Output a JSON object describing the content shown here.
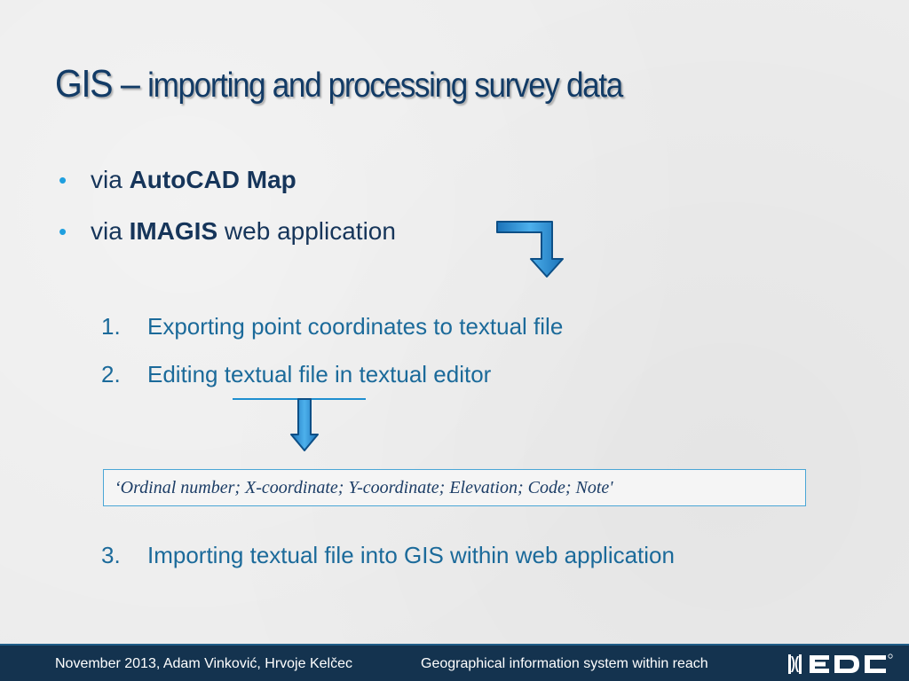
{
  "slide": {
    "title_main": "GIS – ",
    "title_sub": "importing and processing survey data"
  },
  "bullets": [
    {
      "prefix": "via ",
      "bold": "AutoCAD Map",
      "suffix": ""
    },
    {
      "prefix": "via ",
      "bold": "IMAGIS",
      "suffix": " web application"
    }
  ],
  "steps": [
    {
      "num": "1.",
      "text": "Exporting point coordinates to textual file"
    },
    {
      "num": "2.",
      "text": "Editing textual file in textual editor"
    },
    {
      "num": "3.",
      "text": "Importing textual file into GIS within web application"
    }
  ],
  "format_line": "‘Ordinal number; X-coordinate; Y-coordinate; Elevation; Code; Note'",
  "footer": {
    "left": "November 2013, Adam Vinković, Hrvoje Kelčec",
    "center": "Geographical information system within reach",
    "logo": "EDC"
  },
  "icons": {
    "bullet": "•",
    "arrow_right_down": "bent-arrow-down-icon",
    "arrow_down": "down-arrow-icon"
  },
  "colors": {
    "title": "#123b66",
    "bullet_dot": "#1f9fdf",
    "step_text": "#1b6a9a",
    "arrow_fill": "#2f8fd6",
    "footer_bg": "#14334f"
  }
}
